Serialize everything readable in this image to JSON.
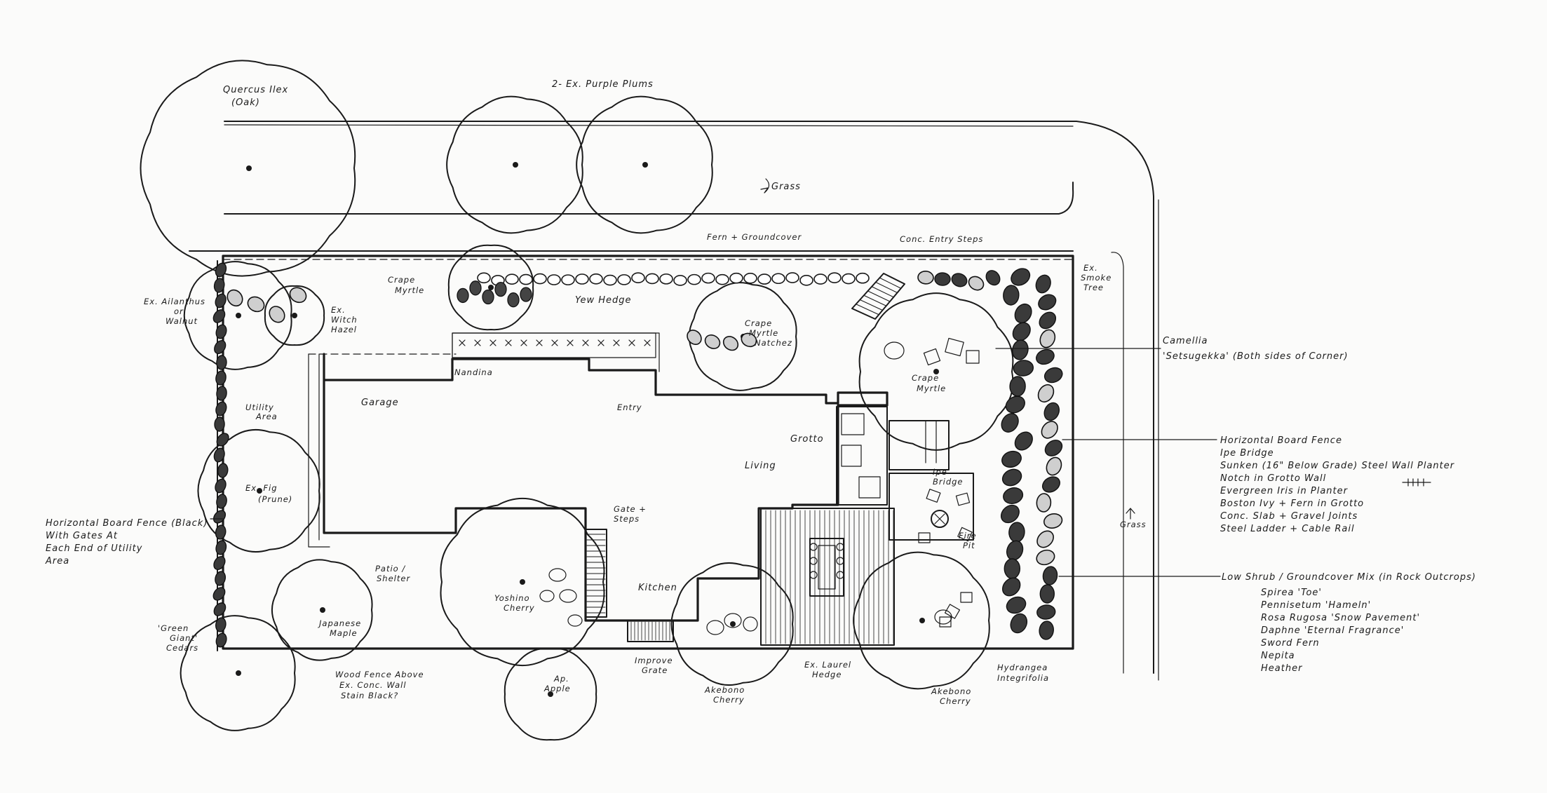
{
  "labels": {
    "quercus": "Quercus Ilex",
    "oak": "(Oak)",
    "purple_plums": "2- Ex. Purple Plums",
    "grass_top": "Grass",
    "fern_groundcover": "Fern + Groundcover",
    "conc_entry_steps": "Conc. Entry Steps",
    "ex_smoke_tree_1": "Ex.",
    "ex_smoke_tree_2": "Smoke",
    "ex_smoke_tree_3": "Tree",
    "ailanthus_1": "Ex. Ailanthus",
    "ailanthus_2": "or",
    "ailanthus_3": "Walnut",
    "witch_hazel_1": "Ex.",
    "witch_hazel_2": "Witch",
    "witch_hazel_3": "Hazel",
    "crape_myrtle_left_1": "Crape",
    "crape_myrtle_left_2": "Myrtle",
    "yew_hedge": "Yew Hedge",
    "crape_natchez_1": "Crape",
    "crape_natchez_2": "Myrtle",
    "crape_natchez_3": "Natchez",
    "crape_myrtle_right_1": "Crape",
    "crape_myrtle_right_2": "Myrtle",
    "camellia_1": "Camellia",
    "camellia_2": "'Setsugekka' (Both sides of Corner)",
    "nandina": "Nandina",
    "entry": "Entry",
    "garage": "Garage",
    "utility_area_1": "Utility",
    "utility_area_2": "Area",
    "grotto": "Grotto",
    "living": "Living",
    "ipe_bridge_1": "Ipe",
    "ipe_bridge_2": "Bridge",
    "fire_pit_1": "Fire",
    "fire_pit_2": "Pit",
    "ex_fig_1": "Ex. Fig",
    "ex_fig_2": "(Prune)",
    "fence_left_1": "Horizontal Board Fence (Black)",
    "fence_left_2": "With Gates At",
    "fence_left_3": "Each End of Utility",
    "fence_left_4": "Area",
    "gate_steps_1": "Gate +",
    "gate_steps_2": "Steps",
    "patio_1": "Patio /",
    "patio_2": "Shelter",
    "yoshino_1": "Yoshino",
    "yoshino_2": "Cherry",
    "kitchen": "Kitchen",
    "japanese_maple_1": "Japanese",
    "japanese_maple_2": "Maple",
    "green_giant_1": "'Green",
    "green_giant_2": "Giant'",
    "green_giant_3": "Cedars",
    "wood_fence_1": "Wood Fence Above",
    "wood_fence_2": "Ex. Conc. Wall",
    "wood_fence_3": "Stain Black?",
    "apple_1": "Ap.",
    "apple_2": "Apple",
    "improve_grate_1": "Improve",
    "improve_grate_2": "Grate",
    "akebono_left_1": "Akebono",
    "akebono_left_2": "Cherry",
    "laurel_1": "Ex. Laurel",
    "laurel_2": "Hedge",
    "akebono_right_1": "Akebono",
    "akebono_right_2": "Cherry",
    "hydrangea_1": "Hydrangea",
    "hydrangea_2": "Integrifolia",
    "grass_right": "Grass"
  },
  "notes_grotto": [
    "Horizontal Board Fence",
    "Ipe Bridge",
    "Sunken (16\" Below Grade) Steel Wall Planter",
    "Notch in Grotto Wall",
    "Evergreen Iris in Planter",
    "Boston Ivy + Fern in Grotto",
    "Conc. Slab + Gravel Joints",
    "Steel Ladder + Cable Rail"
  ],
  "notes_shrub_heading": "Low Shrub / Groundcover Mix (in Rock Outcrops)",
  "notes_shrub": [
    "Spirea 'Toe'",
    "Pennisetum 'Hameln'",
    "Rosa Rugosa 'Snow Pavement'",
    "Daphne 'Eternal Fragrance'",
    "Sword Fern",
    "Nepita",
    "Heather"
  ],
  "colors": {
    "ink": "#1a1a1a",
    "paper": "#fbfbfa",
    "stone_dark": "#3a3a3a"
  }
}
